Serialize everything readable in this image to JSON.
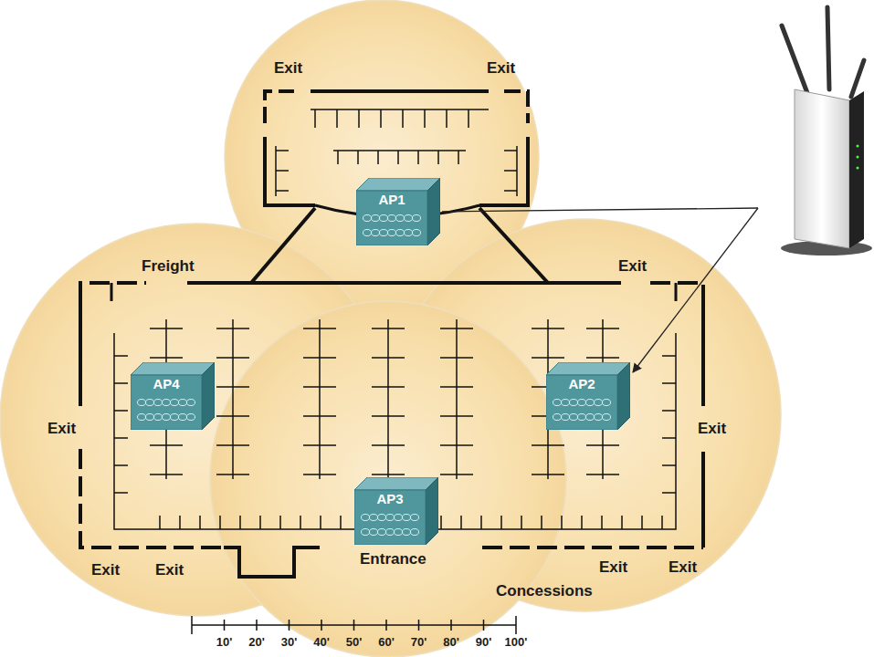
{
  "diagram": {
    "nodes": [
      {
        "text": [
          "AP1"
        ]
      },
      {
        "text": [
          "AP4"
        ]
      },
      {
        "text": [
          "AP2"
        ]
      },
      {
        "text": [
          "AP3"
        ]
      }
    ],
    "labels": [
      "Exit",
      "Exit",
      "Freight",
      "Exit",
      "Exit",
      "Exit",
      "Exit",
      "Exit",
      "Entrance",
      "Concessions",
      "Exit",
      "Exit",
      "10'",
      "20'",
      "30'",
      "40'",
      "50'",
      "60'",
      "70'",
      "80'",
      "90'",
      "100'"
    ]
  }
}
